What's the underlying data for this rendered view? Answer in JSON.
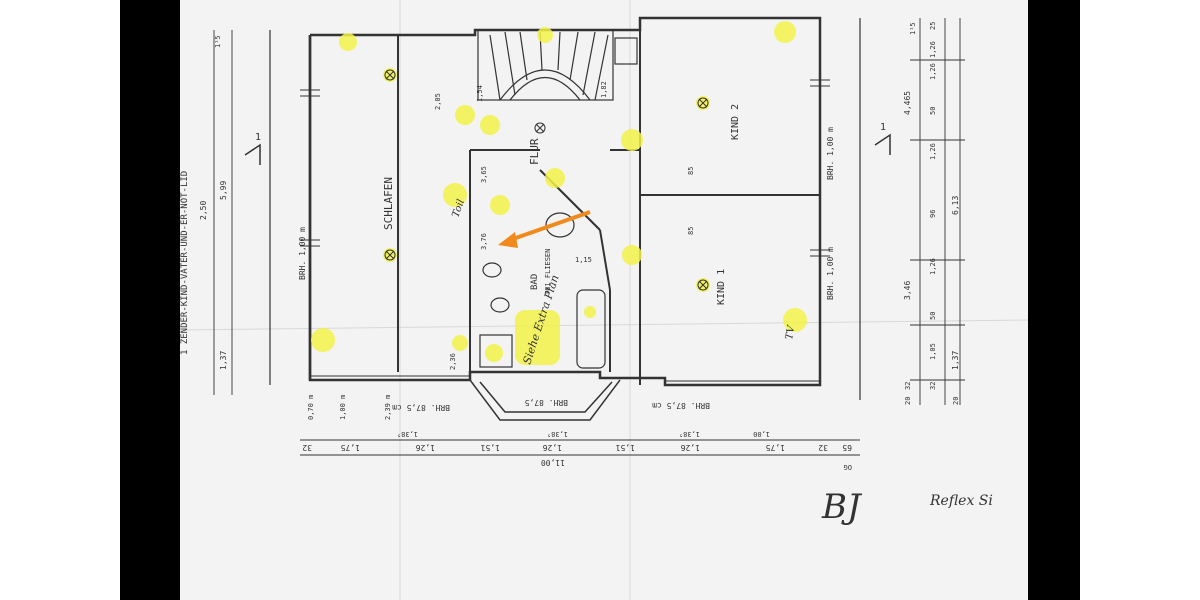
{
  "rooms": {
    "schlafen": "SCHLAFEN",
    "flur": "FLUR",
    "bad": "BAD",
    "bad_sub": "T81 FLIESEN",
    "kind1": "KIND 1",
    "kind2": "KIND 2"
  },
  "annotations": {
    "brh_100": "BRH. 1,00 m",
    "brh_875_left": "BRH. 87,5 cm",
    "brh_875_mid": "BRH. 87,5",
    "brh_875_right": "BRH. 87,5 cm",
    "header_text": "1 ZENDER-KIND-VATER-UND-ER-NOT-LID",
    "section_mark": "1",
    "handwritten_toil": "Toil",
    "handwritten_tv": "TV",
    "handwritten_plan": "Siehe Extra Plan",
    "signature": "BJ",
    "signature_note": "Reflex Si"
  },
  "dimensions": {
    "left": [
      "2,50",
      "5,99",
      "1,37",
      "1¹5"
    ],
    "bottom": [
      "32",
      "1,75",
      "1,26",
      "1,51",
      "1,26",
      "1,51",
      "1,26",
      "1,75",
      "32",
      "65",
      "11,00",
      "1,38⁵",
      "1,38⁵",
      "1,38⁵",
      "OG"
    ],
    "right": [
      "1¹5",
      "25",
      "1,26",
      "50",
      "1,26",
      "4,465",
      "96",
      "1,26",
      "6,13",
      "50",
      "1,05",
      "1,26",
      "3,46",
      "1,37",
      "32",
      "32",
      "20",
      "20"
    ],
    "inner": [
      "2,05",
      "1,54",
      "1,82",
      "3,65",
      "3,76",
      "1,15",
      "2,36",
      "85",
      "85",
      "1,00",
      "0,70 m",
      "2,39 m",
      "1,00 m"
    ]
  },
  "colors": {
    "paper": "#f3f3f3",
    "ink": "#333333",
    "highlight": "#f2f24a",
    "arrow": "#f08a1c",
    "frame": "#000000"
  }
}
